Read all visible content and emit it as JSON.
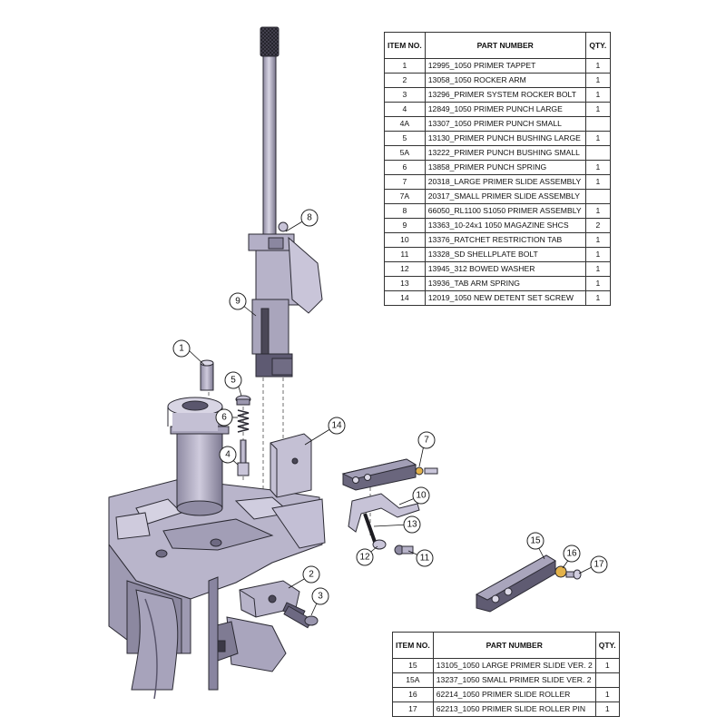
{
  "main_table": {
    "headers": {
      "item": "ITEM NO.",
      "part": "PART NUMBER",
      "qty": "QTY."
    },
    "rows": [
      {
        "item": "1",
        "part": "12995_1050 PRIMER TAPPET",
        "qty": "1"
      },
      {
        "item": "2",
        "part": "13058_1050 ROCKER ARM",
        "qty": "1"
      },
      {
        "item": "3",
        "part": "13296_PRIMER SYSTEM ROCKER BOLT",
        "qty": "1"
      },
      {
        "item": "4",
        "part": "12849_1050 PRIMER PUNCH LARGE",
        "qty": "1"
      },
      {
        "item": "4A",
        "part": "13307_1050 PRIMER PUNCH SMALL",
        "qty": ""
      },
      {
        "item": "5",
        "part": "13130_PRIMER PUNCH BUSHING LARGE",
        "qty": "1"
      },
      {
        "item": "5A",
        "part": "13222_PRIMER PUNCH BUSHING SMALL",
        "qty": ""
      },
      {
        "item": "6",
        "part": "13858_PRIMER PUNCH SPRING",
        "qty": "1"
      },
      {
        "item": "7",
        "part": "20318_LARGE PRIMER SLIDE ASSEMBLY",
        "qty": "1"
      },
      {
        "item": "7A",
        "part": "20317_SMALL PRIMER SLIDE ASSEMBLY",
        "qty": ""
      },
      {
        "item": "8",
        "part": "66050_RL1100 S1050 PRIMER ASSEMBLY",
        "qty": "1"
      },
      {
        "item": "9",
        "part": "13363_10-24x1 1050 MAGAZINE SHCS",
        "qty": "2"
      },
      {
        "item": "10",
        "part": "13376_RATCHET RESTRICTION TAB",
        "qty": "1"
      },
      {
        "item": "11",
        "part": "13328_SD SHELLPLATE BOLT",
        "qty": "1"
      },
      {
        "item": "12",
        "part": "13945_312 BOWED WASHER",
        "qty": "1"
      },
      {
        "item": "13",
        "part": "13936_TAB ARM SPRING",
        "qty": "1"
      },
      {
        "item": "14",
        "part": "12019_1050 NEW DETENT SET SCREW",
        "qty": "1"
      }
    ]
  },
  "sub_table": {
    "headers": {
      "item": "ITEM NO.",
      "part": "PART NUMBER",
      "qty": "QTY."
    },
    "rows": [
      {
        "item": "15",
        "part": "13105_1050 LARGE PRIMER SLIDE VER. 2",
        "qty": "1"
      },
      {
        "item": "15A",
        "part": "13237_1050 SMALL PRIMER SLIDE VER. 2",
        "qty": ""
      },
      {
        "item": "16",
        "part": "62214_1050 PRIMER SLIDE ROLLER",
        "qty": "1"
      },
      {
        "item": "17",
        "part": "62213_1050 PRIMER SLIDE ROLLER PIN",
        "qty": "1"
      }
    ]
  },
  "balloons": [
    "1",
    "2",
    "3",
    "4",
    "5",
    "6",
    "7",
    "8",
    "9",
    "10",
    "11",
    "12",
    "13",
    "14",
    "15",
    "16",
    "17"
  ],
  "colors": {
    "part_fill": "#b7b3c9",
    "part_light": "#d3d0e0",
    "part_dark": "#5f5b72",
    "outline": "#2b2a33"
  }
}
